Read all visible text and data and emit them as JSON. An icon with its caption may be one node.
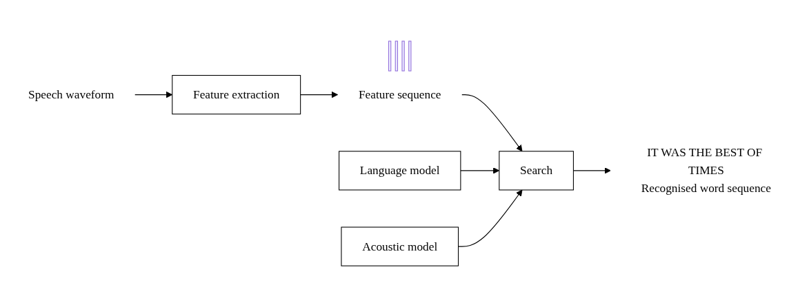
{
  "diagram": {
    "nodes": [
      {
        "text": [
          "Language model"
        ]
      },
      {
        "text": [
          "Acoustic model"
        ]
      },
      {
        "text": [],
        "shape": "picture",
        "beside": [
          "Speech waveform"
        ]
      },
      {
        "text": [
          "Feature extraction"
        ]
      },
      {
        "text": [],
        "shape": "bar",
        "beside": [
          "Feature sequence"
        ]
      },
      {
        "text": [
          "Search"
        ]
      },
      {
        "text": [
          "IT WAS THE BEST OF TIMES"
        ],
        "beside": [
          "Recognised word sequence"
        ]
      }
    ],
    "edges": [
      {
        "from": 2,
        "to": 3,
        "arrow": "to"
      },
      {
        "from": 3,
        "to": 4,
        "arrow": "to"
      },
      {
        "from": 4,
        "to": 5,
        "arrow": "to"
      },
      {
        "from": 0,
        "to": 5,
        "arrow": "to"
      },
      {
        "from": 1,
        "to": 5,
        "arrow": "to"
      },
      {
        "from": 5,
        "to": 6,
        "arrow": "to"
      }
    ]
  }
}
